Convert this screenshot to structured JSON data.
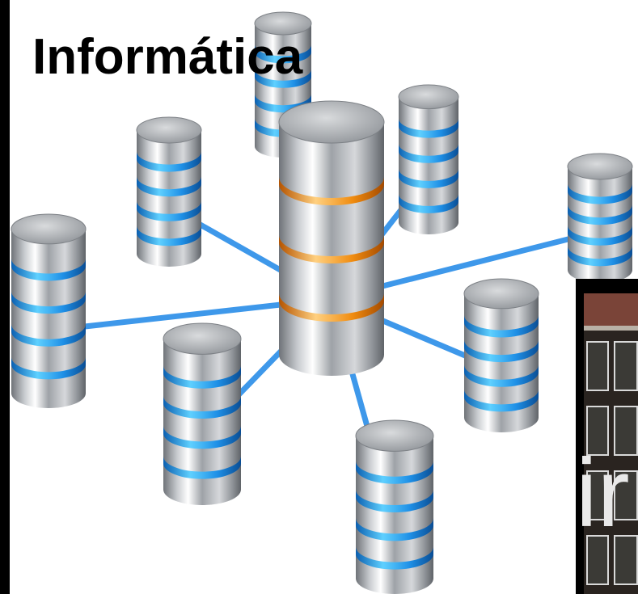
{
  "slide": {
    "title": "Informática"
  },
  "illustration": {
    "name": "database-network-illustration",
    "hub_stripe_color": "#f08c10",
    "node_stripe_color": "#1e8fe6",
    "link_color": "#2a8de8"
  },
  "overlay": {
    "text": "ir"
  }
}
